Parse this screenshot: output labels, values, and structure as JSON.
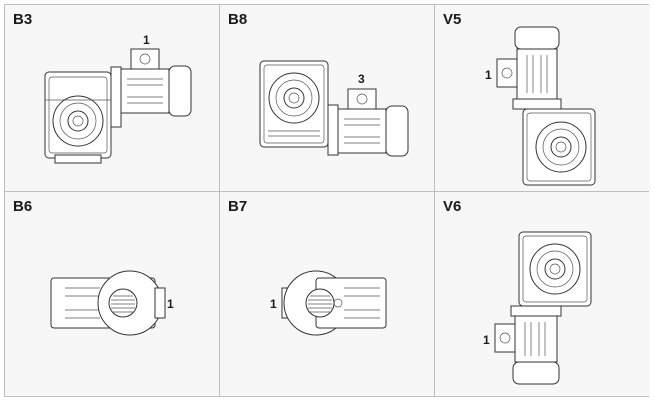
{
  "positions": [
    {
      "code": "B3",
      "marker": "1"
    },
    {
      "code": "B8",
      "marker": "3"
    },
    {
      "code": "V5",
      "marker": "1"
    },
    {
      "code": "B6",
      "marker": "1"
    },
    {
      "code": "B7",
      "marker": "1"
    },
    {
      "code": "V6",
      "marker": "1"
    }
  ]
}
